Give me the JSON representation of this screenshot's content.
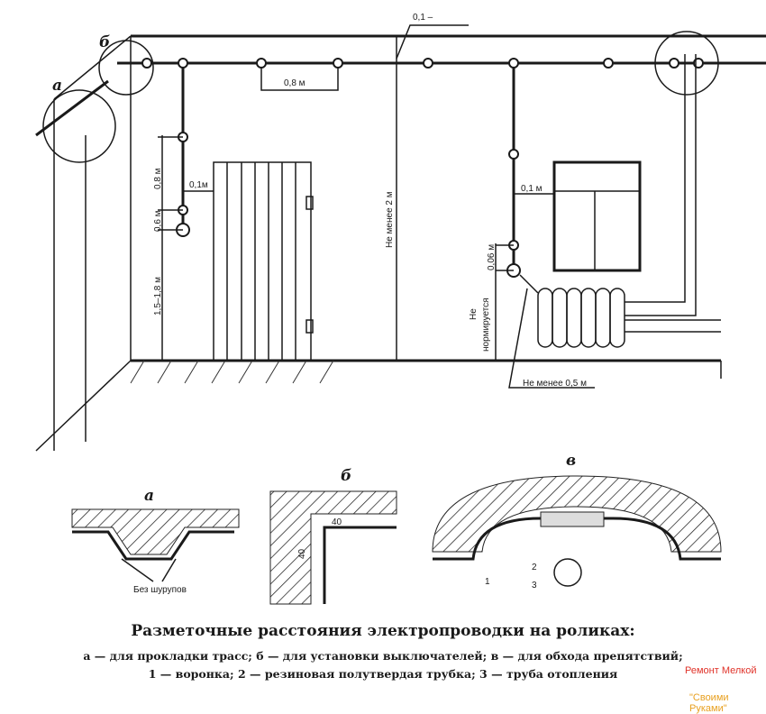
{
  "labels": {
    "a": "а",
    "b": "б",
    "v": "в"
  },
  "dims": {
    "top_offset": "0,1 –",
    "roller_spacing": "0,8 м",
    "vertical_spacing": "0,8 м",
    "door_offset": "0,1м",
    "switch_offset": "0,6 м",
    "switch_height": "1,5–1,8 м",
    "corner_min": "Не менее 2 м",
    "window_offset": "0,1 м",
    "socket_offset": "0,06 м",
    "socket_height_1": "Не",
    "socket_height_2": "нормируется",
    "radiator_min": "Не менее 0,5 м"
  },
  "detail_a": {
    "label": "а",
    "note": "Без шурупов"
  },
  "detail_b": {
    "label": "б",
    "dim_h": "40",
    "dim_v": "40"
  },
  "detail_v": {
    "label": "в",
    "n1": "1",
    "n2": "2",
    "n3": "3"
  },
  "caption": {
    "title": "Разметочные расстояния электропроводки на роликах:",
    "line1": "а — для прокладки трасс; б — для установки выключателей; в — для обхода препятствий;",
    "line2": "1 — воронка; 2 — резиновая полутвердая трубка; 3 — труба отопления"
  },
  "watermark": {
    "line1": "Ремонт Мелкой",
    "line2": "\"Своими Руками\""
  }
}
